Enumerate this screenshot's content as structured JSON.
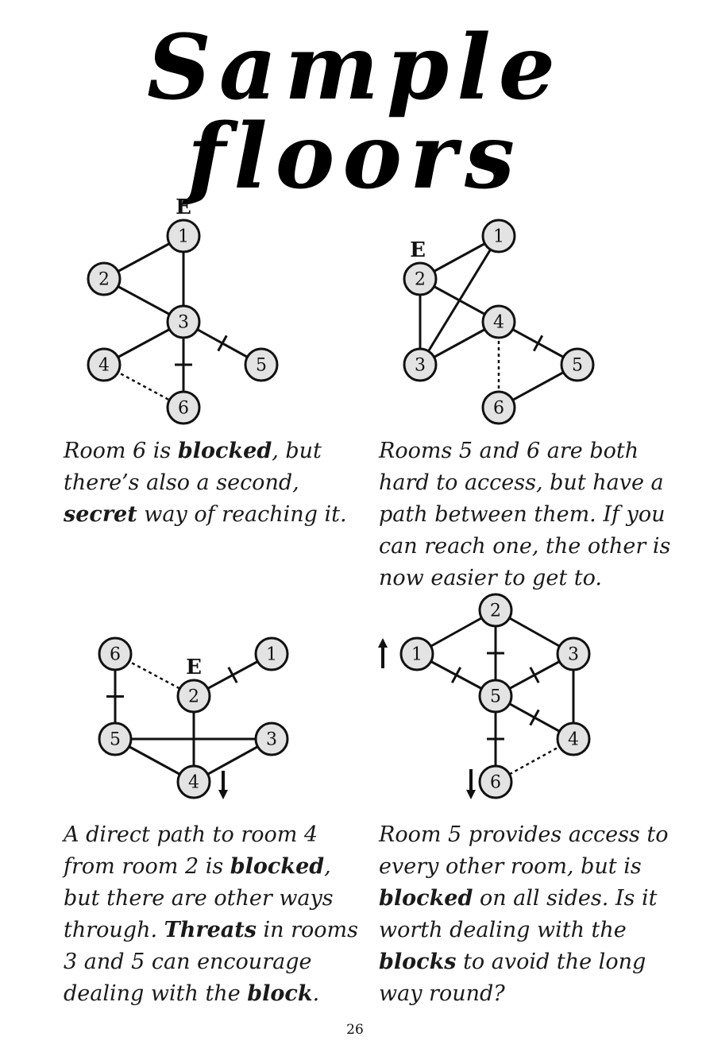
{
  "page": {
    "title": "Sample floors",
    "page_number": "26"
  },
  "entrance_label": "E",
  "maps": [
    {
      "id": "map1",
      "nodes": [
        {
          "id": "1",
          "label": "1"
        },
        {
          "id": "2",
          "label": "2"
        },
        {
          "id": "3",
          "label": "3"
        },
        {
          "id": "4",
          "label": "4"
        },
        {
          "id": "5",
          "label": "5"
        },
        {
          "id": "6",
          "label": "6"
        }
      ],
      "edges": [
        {
          "from": "1",
          "to": "2",
          "type": "open"
        },
        {
          "from": "1",
          "to": "3",
          "type": "open"
        },
        {
          "from": "2",
          "to": "3",
          "type": "open"
        },
        {
          "from": "3",
          "to": "4",
          "type": "open"
        },
        {
          "from": "3",
          "to": "5",
          "type": "blocked"
        },
        {
          "from": "3",
          "to": "6",
          "type": "blocked"
        },
        {
          "from": "4",
          "to": "6",
          "type": "secret"
        }
      ],
      "entrance": "1",
      "caption": [
        {
          "t": "Room 6 is "
        },
        {
          "t": "blocked",
          "b": true
        },
        {
          "t": ", but there’s also a second, "
        },
        {
          "t": "secret",
          "b": true
        },
        {
          "t": " way of reaching it."
        }
      ]
    },
    {
      "id": "map2",
      "nodes": [
        {
          "id": "1",
          "label": "1"
        },
        {
          "id": "2",
          "label": "2"
        },
        {
          "id": "3",
          "label": "3"
        },
        {
          "id": "4",
          "label": "4"
        },
        {
          "id": "5",
          "label": "5"
        },
        {
          "id": "6",
          "label": "6"
        }
      ],
      "edges": [
        {
          "from": "2",
          "to": "1",
          "type": "open"
        },
        {
          "from": "3",
          "to": "1",
          "type": "open"
        },
        {
          "from": "2",
          "to": "3",
          "type": "open"
        },
        {
          "from": "2",
          "to": "4",
          "type": "open"
        },
        {
          "from": "3",
          "to": "4",
          "type": "open"
        },
        {
          "from": "4",
          "to": "5",
          "type": "blocked"
        },
        {
          "from": "4",
          "to": "6",
          "type": "secret"
        },
        {
          "from": "6",
          "to": "5",
          "type": "open"
        }
      ],
      "entrance": "2",
      "caption": [
        {
          "t": "Rooms 5 and 6 are both hard to access, but have a path between them. If you can reach one, the other is now easier to get to."
        }
      ]
    },
    {
      "id": "map3",
      "nodes": [
        {
          "id": "1",
          "label": "1"
        },
        {
          "id": "2",
          "label": "2"
        },
        {
          "id": "3",
          "label": "3"
        },
        {
          "id": "4",
          "label": "4"
        },
        {
          "id": "5",
          "label": "5"
        },
        {
          "id": "6",
          "label": "6"
        }
      ],
      "edges": [
        {
          "from": "6",
          "to": "2",
          "type": "secret"
        },
        {
          "from": "2",
          "to": "1",
          "type": "blocked"
        },
        {
          "from": "6",
          "to": "5",
          "type": "blocked"
        },
        {
          "from": "5",
          "to": "3",
          "type": "open"
        },
        {
          "from": "5",
          "to": "4",
          "type": "open"
        },
        {
          "from": "3",
          "to": "4",
          "type": "open"
        },
        {
          "from": "2",
          "to": "4",
          "type": "blocked"
        }
      ],
      "entrance": "2",
      "stairs": [
        {
          "at": "4",
          "dir": "down"
        }
      ],
      "caption": [
        {
          "t": "A direct path to room 4 from room 2 is "
        },
        {
          "t": "blocked",
          "b": true
        },
        {
          "t": ", but there are other ways through. "
        },
        {
          "t": "Threats",
          "b": true
        },
        {
          "t": " in rooms 3 and 5 can encourage dealing with the "
        },
        {
          "t": "block",
          "b": true
        },
        {
          "t": "."
        }
      ]
    },
    {
      "id": "map4",
      "nodes": [
        {
          "id": "1",
          "label": "1"
        },
        {
          "id": "2",
          "label": "2"
        },
        {
          "id": "3",
          "label": "3"
        },
        {
          "id": "4",
          "label": "4"
        },
        {
          "id": "5",
          "label": "5"
        },
        {
          "id": "6",
          "label": "6"
        }
      ],
      "edges": [
        {
          "from": "1",
          "to": "2",
          "type": "open"
        },
        {
          "from": "2",
          "to": "3",
          "type": "open"
        },
        {
          "from": "3",
          "to": "4",
          "type": "open"
        },
        {
          "from": "2",
          "to": "5",
          "type": "blocked"
        },
        {
          "from": "1",
          "to": "5",
          "type": "blocked"
        },
        {
          "from": "3",
          "to": "5",
          "type": "blocked"
        },
        {
          "from": "4",
          "to": "5",
          "type": "blocked"
        },
        {
          "from": "5",
          "to": "6",
          "type": "blocked"
        },
        {
          "from": "4",
          "to": "6",
          "type": "secret"
        }
      ],
      "stairs": [
        {
          "at": "1",
          "dir": "up"
        },
        {
          "at": "6",
          "dir": "down"
        }
      ],
      "caption": [
        {
          "t": "Room 5 provides access to every other room, but is "
        },
        {
          "t": "blocked",
          "b": true
        },
        {
          "t": " on all sides. Is it worth dealing with the "
        },
        {
          "t": "blocks",
          "b": true
        },
        {
          "t": " to avoid the long way round?"
        }
      ]
    }
  ]
}
